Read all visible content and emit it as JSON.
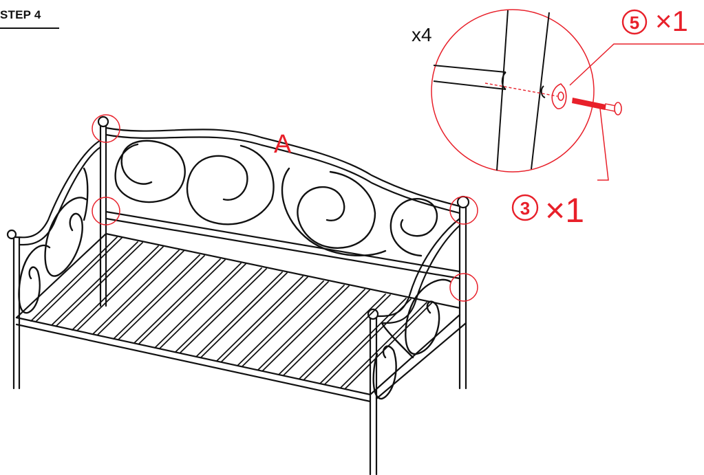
{
  "step": {
    "title": "STEP 4"
  },
  "diagram": {
    "part_label": "A",
    "detail_multiplier": "x4",
    "parts": [
      {
        "number": "5",
        "quantity": "×1"
      },
      {
        "number": "3",
        "quantity": "×1"
      }
    ]
  },
  "colors": {
    "line": "#111111",
    "accent": "#e8202a"
  }
}
